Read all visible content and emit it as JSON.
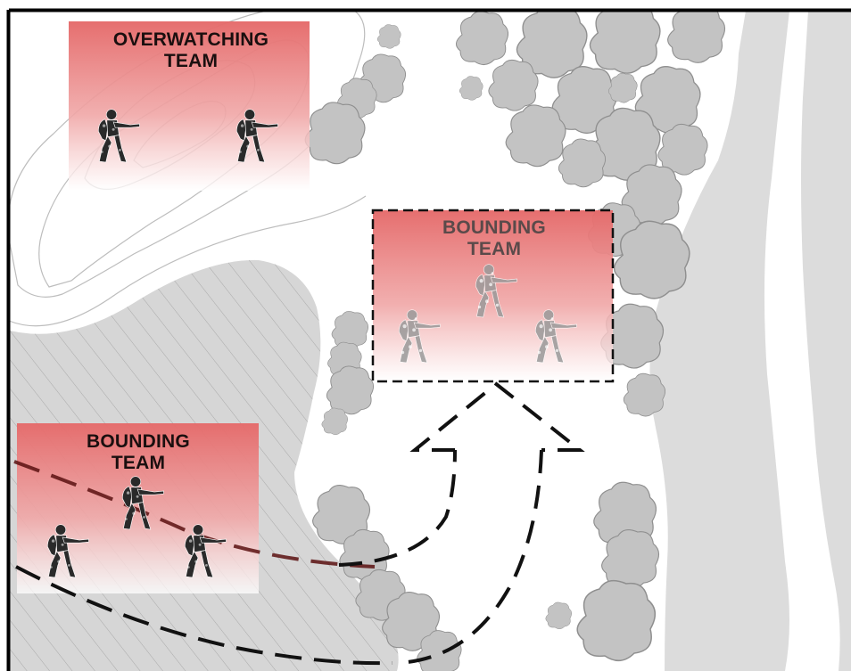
{
  "teams": {
    "overwatch": {
      "line1": "OVERWATCHING",
      "line2": "TEAM"
    },
    "bounding_top": {
      "line1": "BOUNDING",
      "line2": "TEAM"
    },
    "bounding_bottom": {
      "line1": "BOUNDING",
      "line2": "TEAM"
    }
  },
  "colors": {
    "team_box_top": "#e56a6a",
    "team_box_bottom": "#ffffff",
    "overwatch_text": "#1a0f0f",
    "bounding_top_text": "#5a4a4a",
    "bounding_bottom_text": "#1a0f0f",
    "vegetation": "#c3c3c3",
    "hatched_area": "#d6d6d6",
    "road": "#dcdcdc",
    "contour": "#bdbdbd",
    "route": "#111111",
    "ridge_route": "#5a1010",
    "frame": "#000000"
  },
  "icons": {
    "soldier": "soldier-icon",
    "tree_clump": "tree-clump-icon"
  }
}
